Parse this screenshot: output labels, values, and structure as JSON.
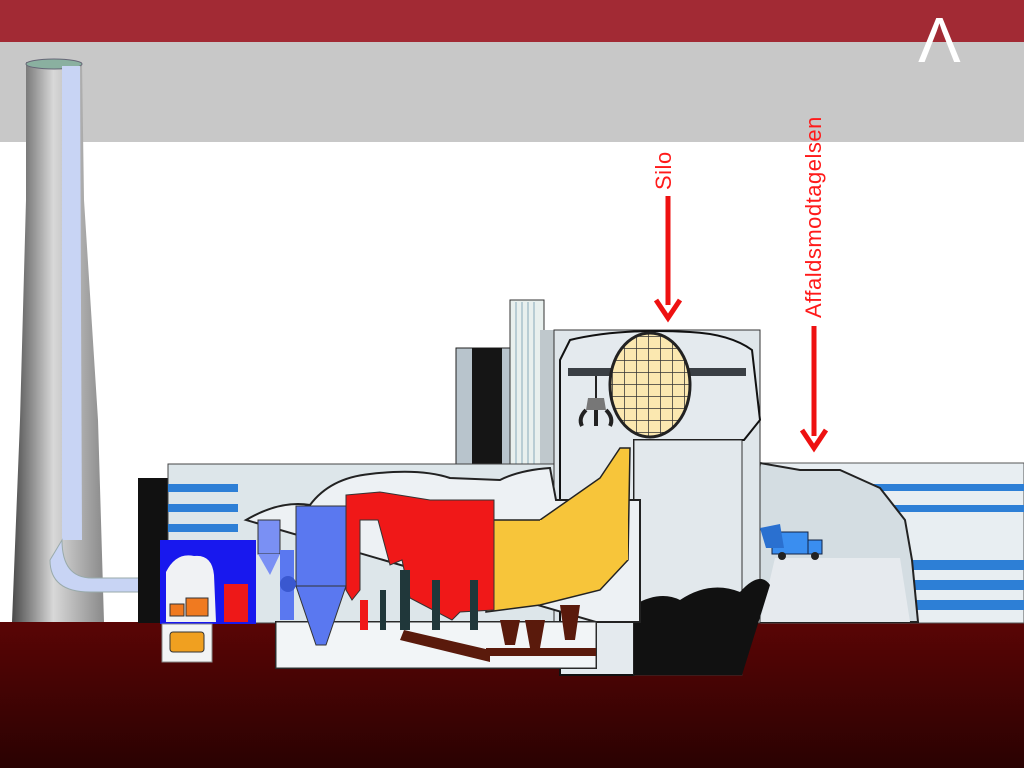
{
  "slide": {
    "logo_glyph": "Λ",
    "theme_colors": {
      "header_band": "#a22a34",
      "sub_band": "#c8c8c8",
      "ground_top": "#5a0505",
      "ground_bottom": "#2a0202",
      "annotation": "#ee1111"
    }
  },
  "labels": {
    "silo": "Silo",
    "reception": "Affaldsmodtagelsen"
  },
  "icons": [
    "chimney-icon",
    "crane-grab-icon",
    "garbage-truck-icon",
    "generator-icon"
  ]
}
